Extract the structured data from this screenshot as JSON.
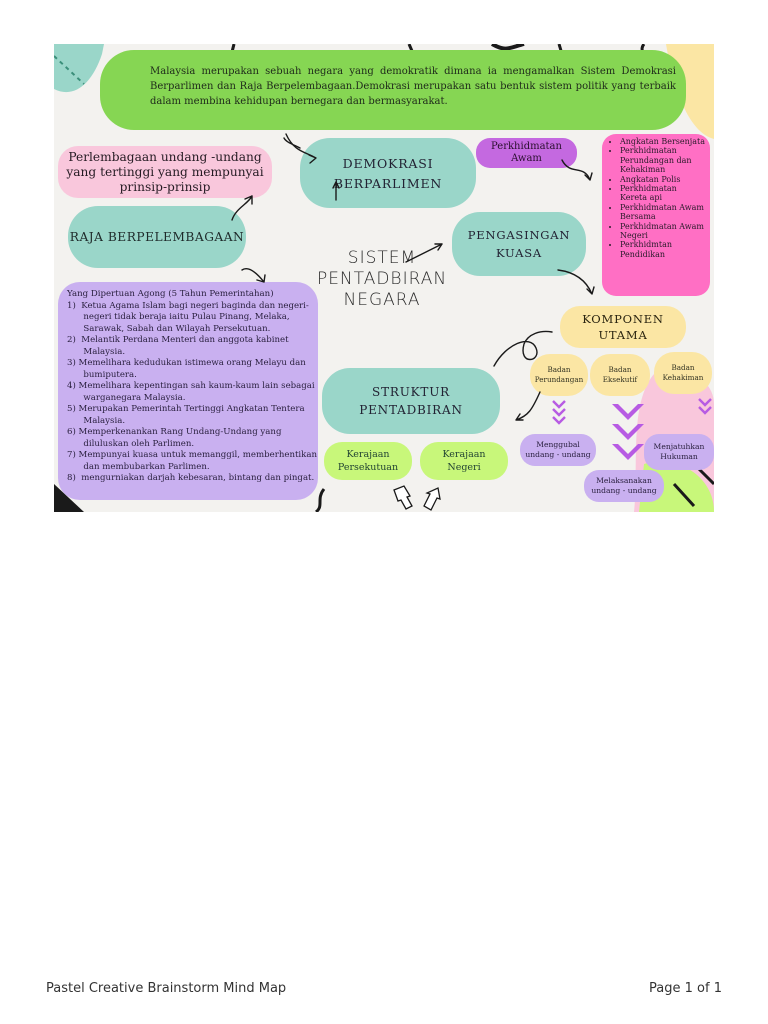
{
  "intro": "Malaysia merupakan sebuah negara yang demokratik dimana ia mengamalkan Sistem Demokrasi Berparlimen dan Raja Berpelembagaan.Demokrasi merupakan satu bentuk sistem politik yang terbaik dalam membina kehidupan bernegara dan bermasyarakat.",
  "perlembagaan": "Perlembagaan undang -undang yang tertinggi yang mempunyai prinsip-prinsip",
  "demokrasi": [
    "DEMOKRASI",
    "BERPARLIMEN"
  ],
  "raja": "RAJA BERPELEMBAGAAN",
  "perkhidmatan_awam": [
    "Perkhidmatan",
    "Awam"
  ],
  "services": [
    "Angkatan Bersenjata",
    "Perkhidmatan Perundangan dan Kehakiman",
    "Angkatan Polis",
    "Perkhidmatan Kereta api",
    "Perkhidmatan Awam Bersama",
    "Perkhidmatan Awam Negeri",
    "Perkhidmtan Pendidikan"
  ],
  "pengasingan": [
    "PENGASINGAN",
    "KUASA"
  ],
  "title": [
    "SISTEM",
    "PENTADBIRAN",
    "NEGARA"
  ],
  "agong": {
    "heading": "Yang Dipertuan Agong  (5 Tahun Pemerintahan)",
    "points": [
      "1)  Ketua Agama Islam bagi negeri baginda dan negeri-",
      "      negeri tidak beraja iaitu Pulau Pinang, Melaka,",
      "      Sarawak, Sabah dan Wilayah Persekutuan.",
      "2)  Melantik Perdana Menteri dan anggota kabinet",
      "      Malaysia.",
      "3) Memelihara kedudukan istimewa orang Melayu dan",
      "      bumiputera.",
      "4) Memelihara kepentingan sah kaum-kaum lain sebagai",
      "      warganegara Malaysia.",
      "5) Merupakan Pemerintah Tertinggi Angkatan Tentera",
      "      Malaysia.",
      "6) Memperkenankan Rang Undang-Undang yang",
      "      diluluskan oleh Parlimen.",
      "7) Mempunyai kuasa untuk memanggil, memberhentikan",
      "      dan membubarkan Parlimen.",
      "8)  mengurniakan darjah kebesaran, bintang dan pingat."
    ]
  },
  "komponen": [
    "KOMPONEN",
    "UTAMA"
  ],
  "badan": [
    {
      "name": [
        "Badan",
        "Perundangan"
      ]
    },
    {
      "name": [
        "Badan",
        "Eksekutif"
      ]
    },
    {
      "name": [
        "Badan",
        "Kehakiman"
      ]
    }
  ],
  "struktur": [
    "STRUKTUR",
    "PENTADBIRAN"
  ],
  "kerajaan_persekutuan": [
    "Kerajaan",
    "Persekutuan"
  ],
  "kerajaan_negeri": [
    "Kerajaan",
    "Negeri"
  ],
  "menggubal": [
    "Menggubal",
    "undang - undang"
  ],
  "melaksanakan": [
    "Melaksanakan",
    "undang - undang"
  ],
  "menjatuhkan": [
    "Menjatuhkan",
    "Hukuman"
  ],
  "footer": {
    "left": "Pastel Creative Brainstorm Mind Map",
    "right": "Page 1 of 1"
  },
  "colors": {
    "green": "#86d653",
    "teal": "#9ad6c9",
    "purple": "#c9b0f0",
    "pink": "#ff6fc4",
    "yellow": "#fbe6a4",
    "lime": "#c8f77a",
    "light_pink": "#f9c7dc",
    "arrow_purple": "#b75be3"
  }
}
